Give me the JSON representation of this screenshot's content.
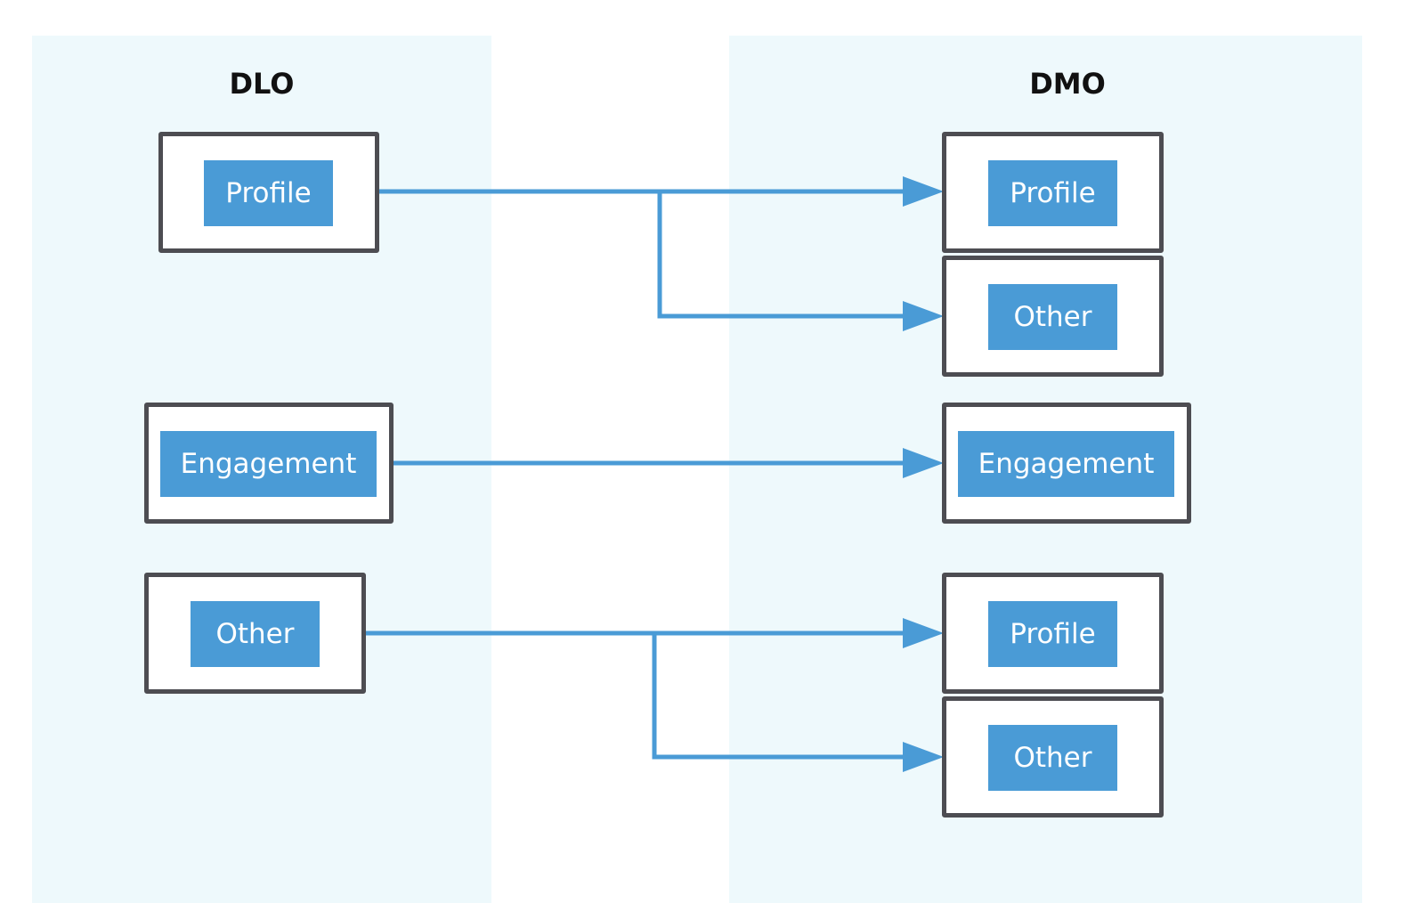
{
  "columns": {
    "left_title": "DLO",
    "right_title": "DMO"
  },
  "dlo": [
    {
      "label": "Profile"
    },
    {
      "label": "Engagement"
    },
    {
      "label": "Other"
    }
  ],
  "dmo": [
    {
      "label": "Profile"
    },
    {
      "label": "Other"
    },
    {
      "label": "Engagement"
    },
    {
      "label": "Profile"
    },
    {
      "label": "Other"
    }
  ],
  "mappings": [
    {
      "from": "Profile",
      "to": [
        "Profile",
        "Other"
      ]
    },
    {
      "from": "Engagement",
      "to": [
        "Engagement"
      ]
    },
    {
      "from": "Other",
      "to": [
        "Profile",
        "Other"
      ]
    }
  ],
  "colors": {
    "panel": "#eef9fc",
    "arrow": "#4a9bd6",
    "label_fill": "#4a9bd6",
    "box_border": "#4d4d52"
  }
}
